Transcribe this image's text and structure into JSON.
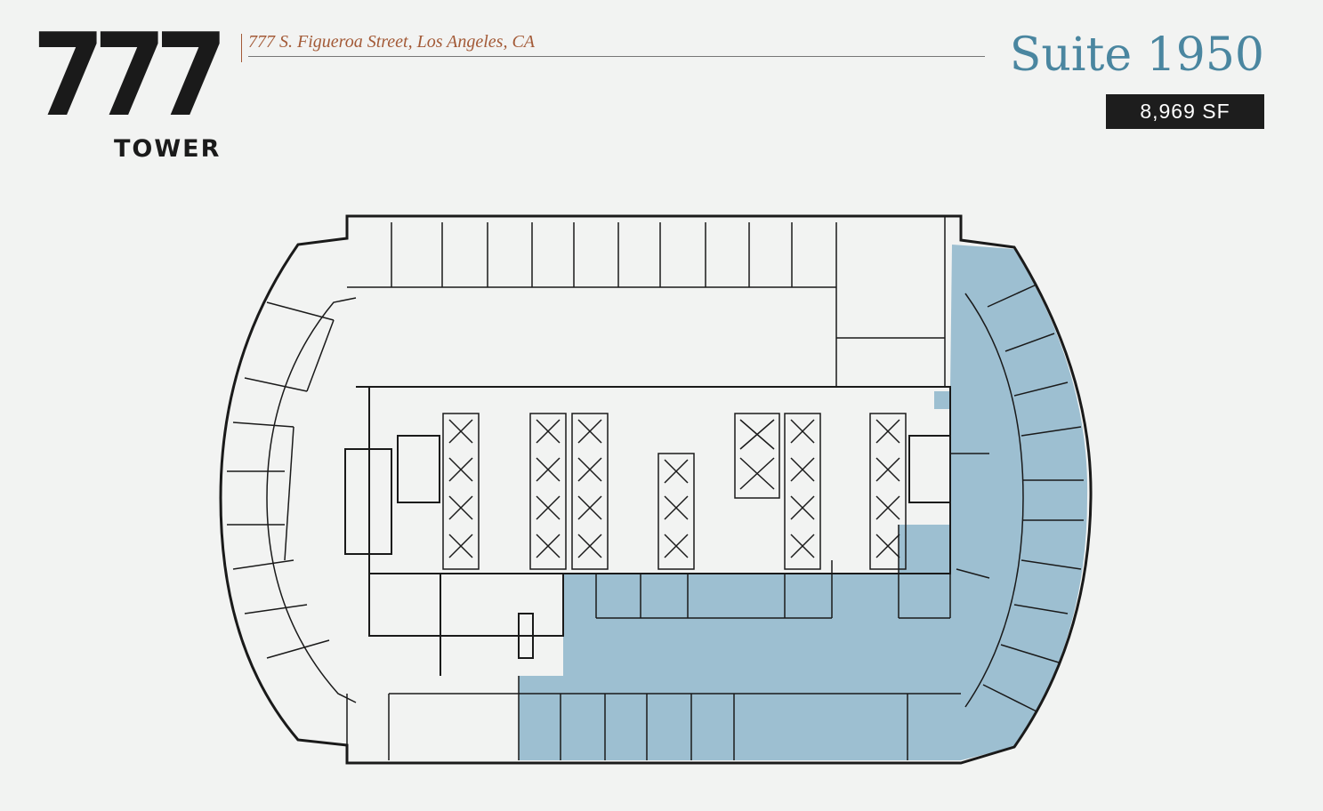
{
  "logo": {
    "number": "777",
    "word": "TOWER"
  },
  "address": "777 S. Figueroa Street, Los Angeles, CA",
  "suite": {
    "title": "Suite 1950",
    "area": "8,969 SF"
  },
  "colors": {
    "suite_highlight": "#9dbfd1",
    "accent_blue": "#4a86a0",
    "address_brown": "#a35a37",
    "wall": "#1a1a1a"
  }
}
